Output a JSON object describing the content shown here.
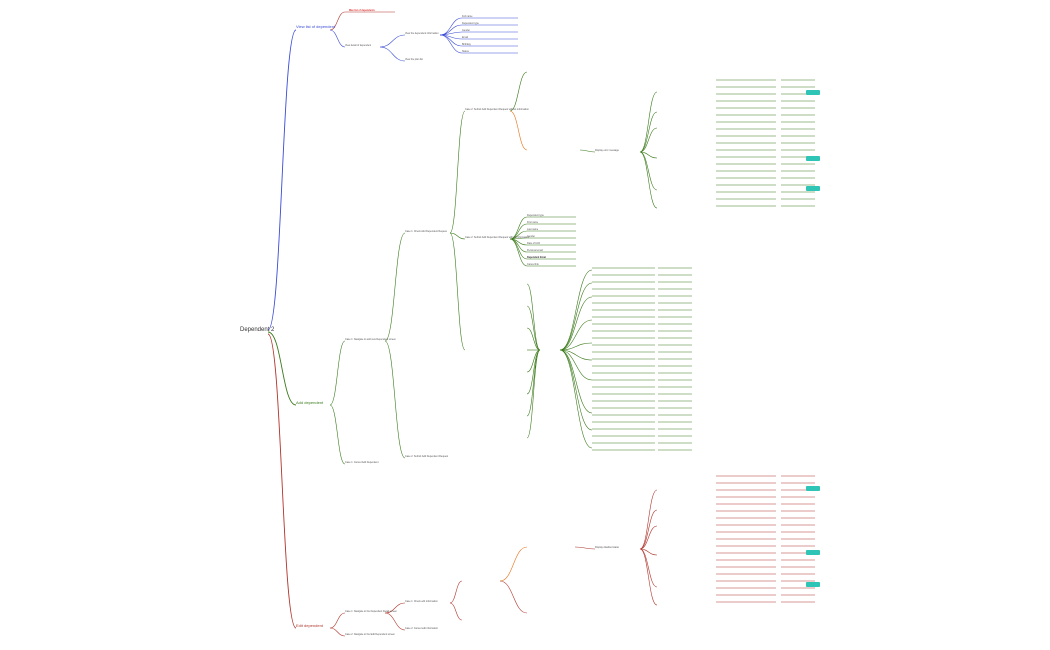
{
  "root": "Dependent 2",
  "branches": [
    {
      "label": "View list of dependent",
      "color": "#3a4bd6"
    },
    {
      "label": "Add dependent",
      "color": "#3a7a1a"
    },
    {
      "label": "Edit dependent",
      "color": "#b0342a"
    }
  ],
  "view_nodes": {
    "max": "Max list of dependents",
    "view_detail": "View detail of dependent",
    "view_info": "View the dependent information",
    "fields": [
      "Full name",
      "Dependent type",
      "Gender",
      "Email",
      "Birthday",
      "Status"
    ],
    "view_plan": "View the plan list"
  },
  "add_nodes": {
    "navigate": "Case 1: Navigate to add new Dependent screen",
    "cancel": "Case 1: Cancel Add Dependent",
    "submit": "Case 2: Submit Add Dependent Request",
    "review": "Case 2: Submit Add Dependent Request without information",
    "check_all": "Case 1: Check Add Dependent Request",
    "submit_all": "Case 2: Submit Add Dependent Request with full information",
    "fields": [
      "Dependent type",
      "First name",
      "Last name",
      "Gender",
      "Date of birth",
      "Personal email",
      "Dependent Email",
      "Cancel link"
    ]
  },
  "edit_nodes": {
    "navigate": "Case 1: Navigate to the Dependent Detail screen",
    "navigate2": "Case 2: Navigate to the Edit Dependent screen",
    "check_info": "Case 1: Check edit information",
    "cancel": "Case 2: Cancel edit information"
  },
  "msgs": {
    "display": "Display error message",
    "disabled": "Display disabled status"
  }
}
